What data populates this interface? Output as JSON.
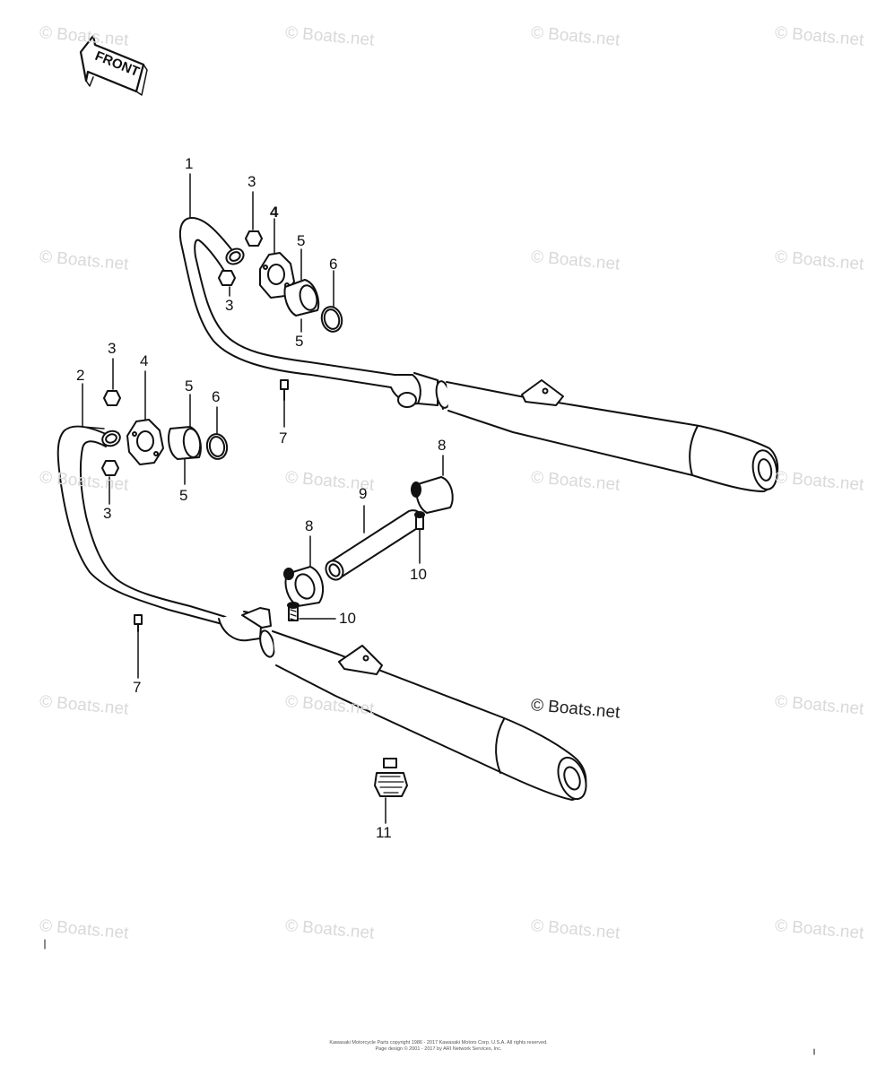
{
  "front_label": "FRONT",
  "watermark": "© Boats.net",
  "watermark_main": "© Boats.net",
  "callouts": {
    "c1": "1",
    "c2": "2",
    "c3a": "3",
    "c3b": "3",
    "c3c": "3",
    "c3d": "3",
    "c4a": "4",
    "c4b": "4",
    "c5a": "5",
    "c5b": "5",
    "c5c": "5",
    "c5d": "5",
    "c6a": "6",
    "c6b": "6",
    "c7a": "7",
    "c7b": "7",
    "c8a": "8",
    "c8b": "8",
    "c9": "9",
    "c10a": "10",
    "c10b": "10",
    "c11": "11"
  },
  "copyright_line1": "Kawasaki Motorcycle Parts copyright 1986 - 2017 Kawasaki Motors Corp. U.S.A.  All rights reserved.",
  "copyright_line2": "Page design © 2001 - 2017 by ARI Network Services, Inc."
}
